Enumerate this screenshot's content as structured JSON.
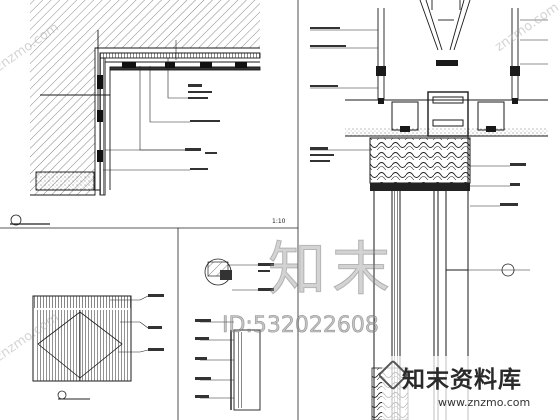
{
  "watermark": {
    "site_cn": "知末",
    "id_text": "ID:532022608",
    "diagonal": "znzmo.com"
  },
  "brand": {
    "name": "知末资料库",
    "url": "www.znzmo.com",
    "logo_icon": "znzmo-logo-icon"
  },
  "panels": {
    "top_left": {
      "title": "",
      "scale": "1:10"
    },
    "bottom_left": {
      "title": ""
    },
    "bottom_middle": {
      "title": ""
    },
    "right": {
      "title": ""
    }
  },
  "colors": {
    "line": "#1a1a1a",
    "hatch": "#5a5a5a",
    "watermark": "#969696"
  }
}
